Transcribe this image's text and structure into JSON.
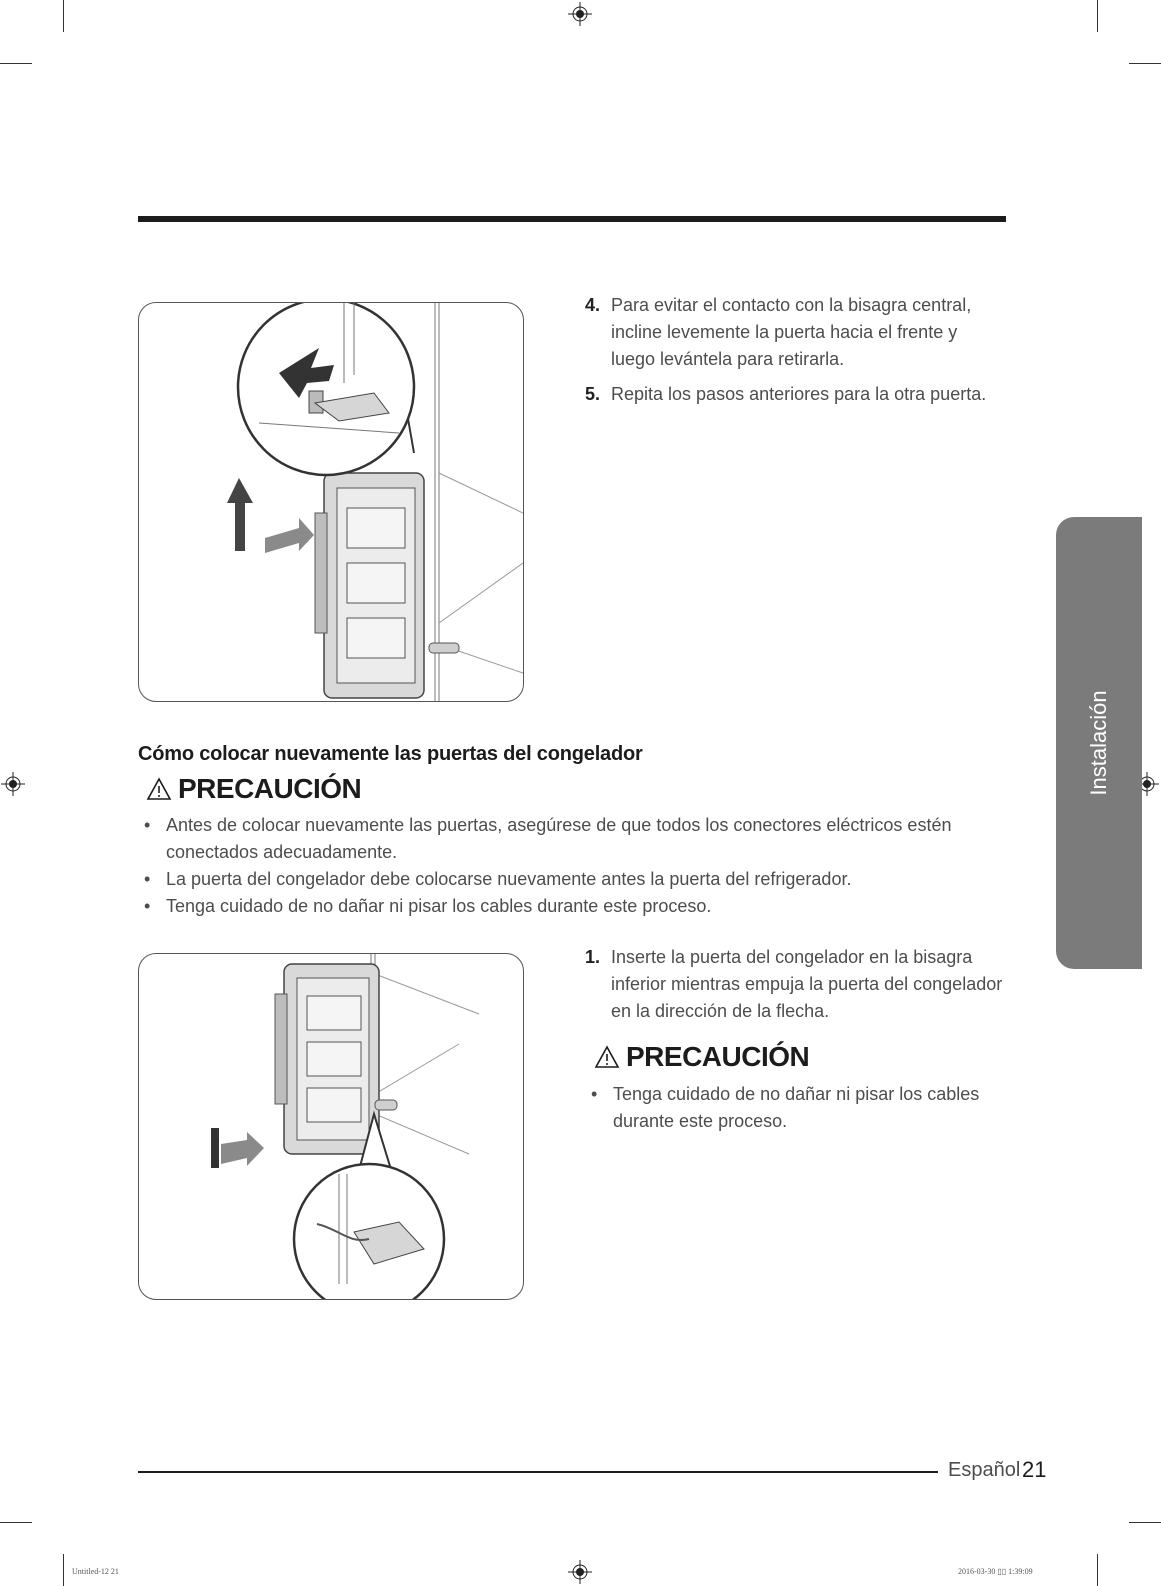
{
  "steps_top": [
    {
      "number": "4.",
      "text": "Para evitar el contacto con la bisagra central, incline levemente la puerta hacia el frente y luego levántela para retirarla."
    },
    {
      "number": "5.",
      "text": "Repita los pasos anteriores para la otra puerta."
    }
  ],
  "section_heading": "Cómo colocar nuevamente las puertas del congelador",
  "caution_label": "PRECAUCIÓN",
  "caution_bullets": [
    "Antes de colocar nuevamente las puertas, asegúrese de que todos los conectores eléctricos estén conectados adecuadamente.",
    "La puerta del congelador debe colocarse nuevamente antes la puerta del refrigerador.",
    "Tenga cuidado de no dañar ni pisar los cables durante este proceso."
  ],
  "bullet_char": "•",
  "steps_bottom": [
    {
      "number": "1.",
      "text": "Inserte la puerta del congelador en la bisagra inferior mientras empuja la puerta del congelador en la dirección de la flecha."
    }
  ],
  "caution2_label": "PRECAUCIÓN",
  "caution2_bullets": [
    "Tenga cuidado de no dañar ni pisar los cables durante este proceso."
  ],
  "side_tab": "Instalación",
  "footer": {
    "language": "Español",
    "page": "21"
  },
  "slug": {
    "left": "Untitled-12   21",
    "right": "2016-03-30   ▯▯ 1:39:09"
  },
  "colors": {
    "rule": "#1c1c1c",
    "tab": "#7b7b7b",
    "text": "#4d4d4d"
  },
  "icons": {
    "warning": "warning-triangle-icon",
    "registration": "registration-mark-icon"
  }
}
